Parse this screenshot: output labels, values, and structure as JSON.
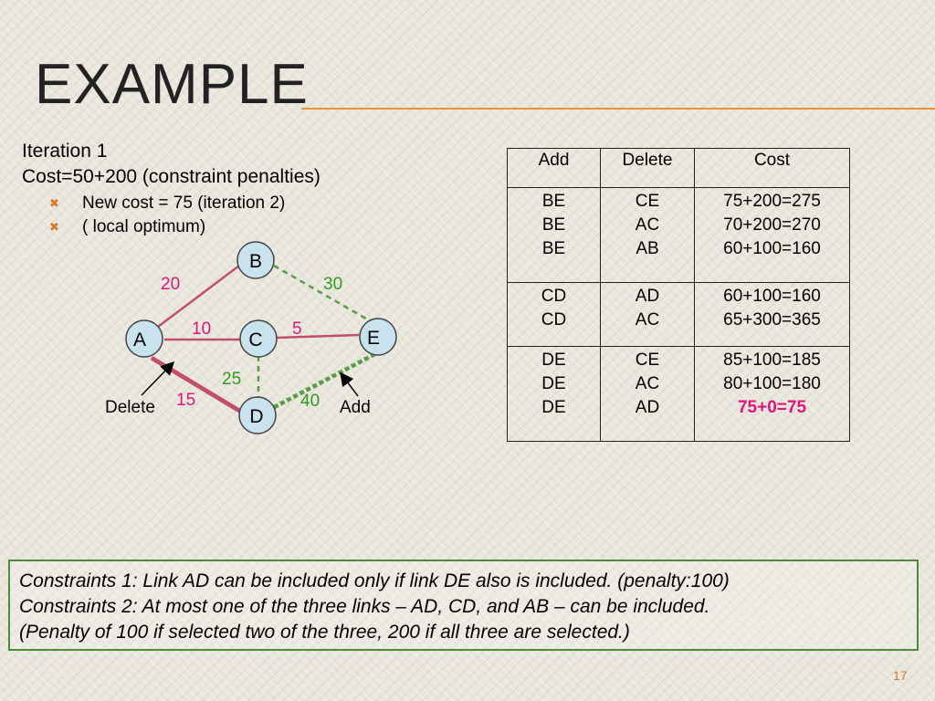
{
  "slide": {
    "title": "EXAMPLE",
    "page_number": "17",
    "colors": {
      "accent": "#e8923a",
      "delete_edge": "#c0506a",
      "added_edge": "#5a9a4a",
      "highlight": "#e0157a",
      "node_fill": "#c8e3ee"
    }
  },
  "left": {
    "line1": "Iteration 1",
    "line2": "Cost=50+200 (constraint penalties)",
    "bullets": [
      "New cost = 75 (iteration 2)",
      "( local optimum)"
    ],
    "bullet_icon": "x-bullet-icon"
  },
  "graph": {
    "nodes": {
      "A": "A",
      "B": "B",
      "C": "C",
      "D": "D",
      "E": "E"
    },
    "weights": {
      "AB": "20",
      "BE": "30",
      "AC": "10",
      "CE": "5",
      "CD": "25",
      "AD": "15",
      "DE": "40"
    },
    "labels": {
      "delete": "Delete",
      "add": "Add"
    }
  },
  "table": {
    "headers": [
      "Add",
      "Delete",
      "Cost"
    ],
    "groups": [
      {
        "add": [
          "BE",
          "BE",
          "BE"
        ],
        "delete": [
          "CE",
          "AC",
          "AB"
        ],
        "cost": [
          "75+200=275",
          "70+200=270",
          "60+100=160"
        ]
      },
      {
        "add": [
          "CD",
          "CD"
        ],
        "delete": [
          "AD",
          "AC"
        ],
        "cost": [
          "60+100=160",
          "65+300=365"
        ]
      },
      {
        "add": [
          "DE",
          "DE",
          "DE"
        ],
        "delete": [
          "CE",
          "AC",
          "AD"
        ],
        "cost": [
          "85+100=185",
          "80+100=180",
          "75+0=75"
        ]
      }
    ]
  },
  "constraints": {
    "line1": "Constraints 1: Link AD can be included only if link DE also is included. (penalty:100)",
    "line2": "Constraints 2: At most one of the three links – AD, CD, and AB – can be included.",
    "line3": "(Penalty of 100 if selected two of the three, 200 if all three are selected.)"
  }
}
